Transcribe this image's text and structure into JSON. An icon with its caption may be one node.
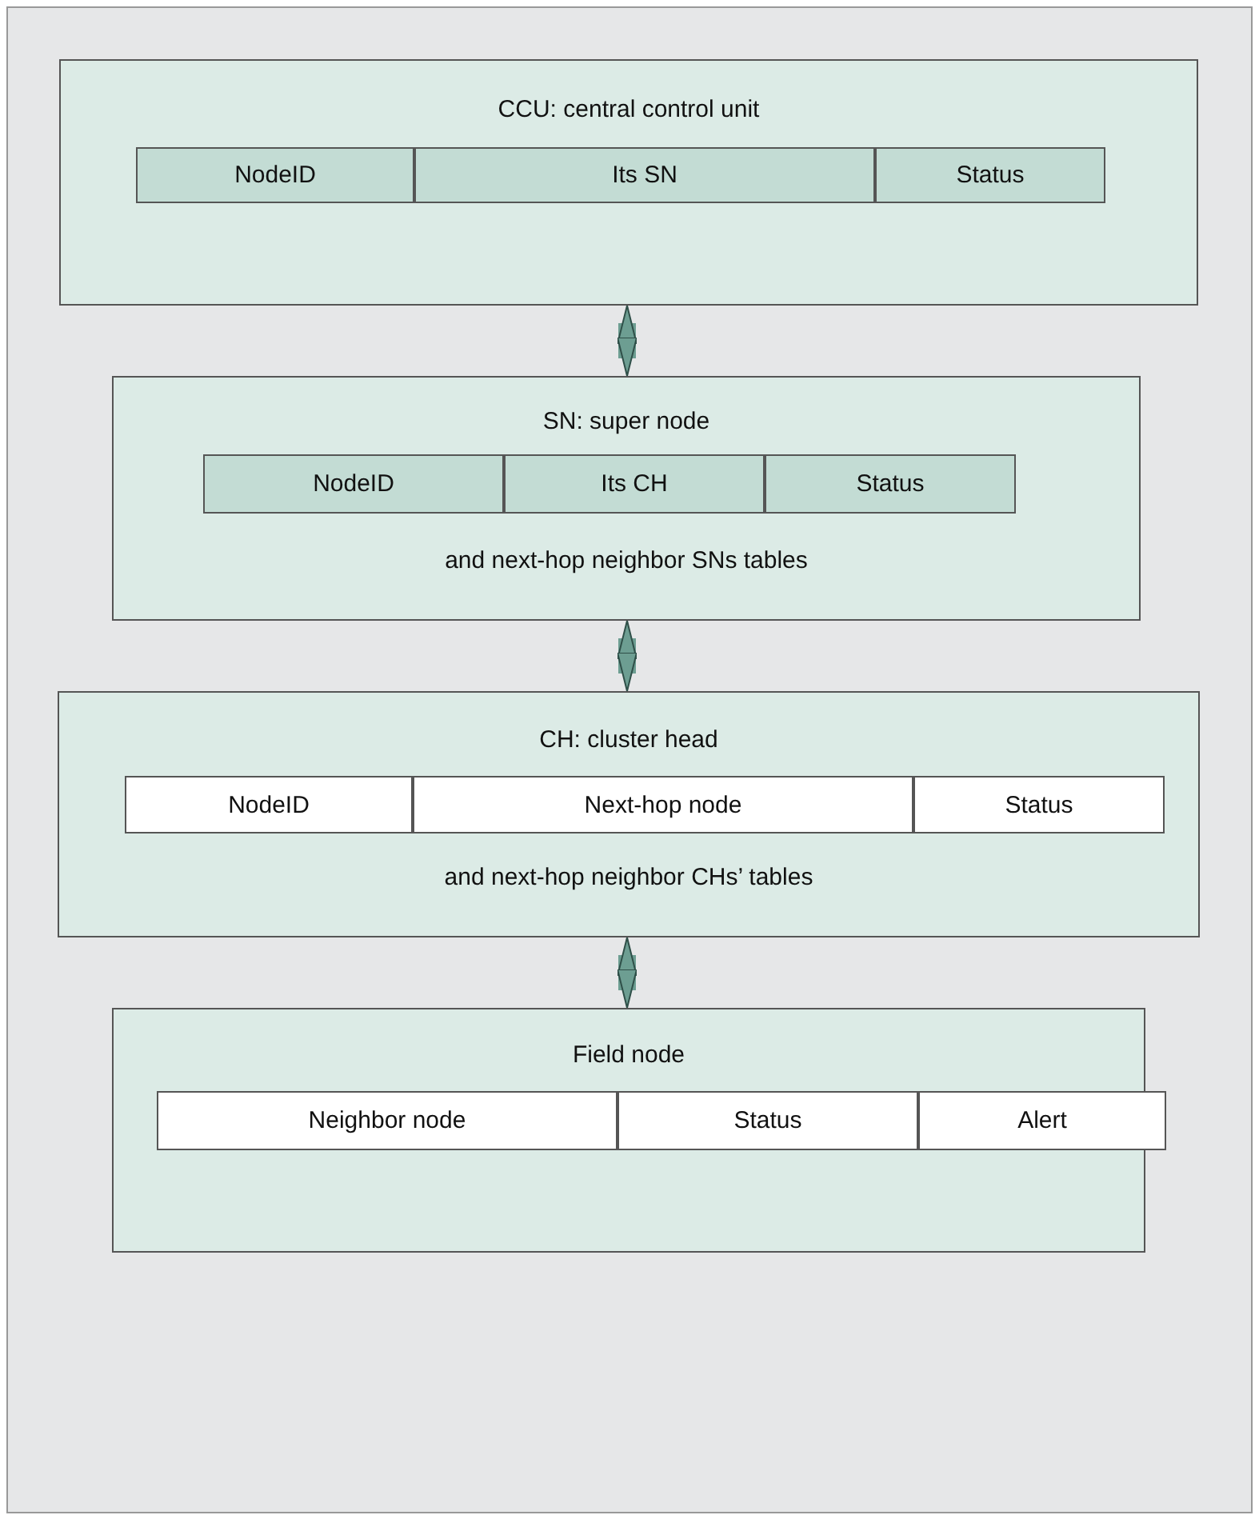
{
  "diagram": {
    "nodes": [
      {
        "text": [
          "CCU: central control unit"
        ]
      },
      {
        "text": [
          "NodeID"
        ],
        "in": 0
      },
      {
        "text": [
          "Its SN"
        ],
        "in": 0
      },
      {
        "text": [
          "Status"
        ],
        "in": 0
      },
      {
        "text": [
          "SN: super node",
          "and next-hop neighbor SNs tables"
        ]
      },
      {
        "text": [
          "NodeID"
        ],
        "in": 4
      },
      {
        "text": [
          "Its CH"
        ],
        "in": 4
      },
      {
        "text": [
          "Status"
        ],
        "in": 4
      },
      {
        "text": [
          "CH: cluster head",
          "and next-hop neighbor CHs’ tables"
        ]
      },
      {
        "text": [
          "NodeID"
        ],
        "in": 8
      },
      {
        "text": [
          "Next-hop node"
        ],
        "in": 8
      },
      {
        "text": [
          "Status"
        ],
        "in": 8
      },
      {
        "text": [
          "Field node"
        ]
      },
      {
        "text": [
          "Neighbor node"
        ],
        "in": 12
      },
      {
        "text": [
          "Status"
        ],
        "in": 12
      },
      {
        "text": [
          "Alert"
        ],
        "in": 12
      }
    ],
    "edges": [
      {
        "from": 0,
        "to": 4,
        "arrow": "both"
      },
      {
        "from": 4,
        "to": 8,
        "arrow": "both"
      },
      {
        "from": 8,
        "to": 12,
        "arrow": "both"
      }
    ]
  }
}
